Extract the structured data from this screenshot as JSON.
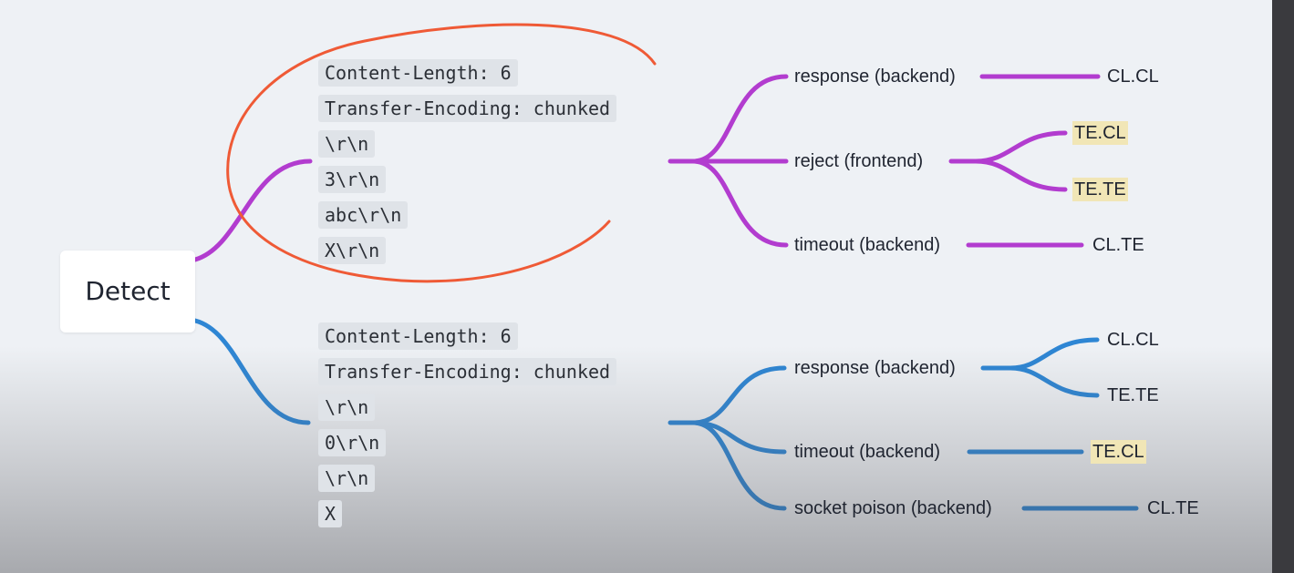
{
  "root": {
    "label": "Detect"
  },
  "colors": {
    "upper_branch": "#b23ccf",
    "lower_branch": "#2e86d4",
    "annotation": "#ef5a36",
    "highlight": "#f1e6b6"
  },
  "upper": {
    "code_lines": [
      "Content-Length: 6",
      "Transfer-Encoding: chunked",
      "\\r\\n",
      "3\\r\\n",
      "abc\\r\\n",
      "X\\r\\n"
    ],
    "outcomes": [
      {
        "label": "response (backend)",
        "results": [
          {
            "text": "CL.CL",
            "highlight": false
          }
        ]
      },
      {
        "label": "reject (frontend)",
        "results": [
          {
            "text": "TE.CL",
            "highlight": true
          },
          {
            "text": "TE.TE",
            "highlight": true
          }
        ]
      },
      {
        "label": "timeout (backend)",
        "results": [
          {
            "text": "CL.TE",
            "highlight": false
          }
        ]
      }
    ]
  },
  "lower": {
    "code_lines": [
      "Content-Length: 6",
      "Transfer-Encoding: chunked",
      "\\r\\n",
      "0\\r\\n",
      "\\r\\n",
      "X"
    ],
    "outcomes": [
      {
        "label": "response (backend)",
        "results": [
          {
            "text": "CL.CL",
            "highlight": false
          },
          {
            "text": "TE.TE",
            "highlight": false
          }
        ]
      },
      {
        "label": "timeout (backend)",
        "results": [
          {
            "text": "TE.CL",
            "highlight": true
          }
        ]
      },
      {
        "label": "socket poison (backend)",
        "results": [
          {
            "text": "CL.TE",
            "highlight": false
          }
        ]
      }
    ]
  }
}
